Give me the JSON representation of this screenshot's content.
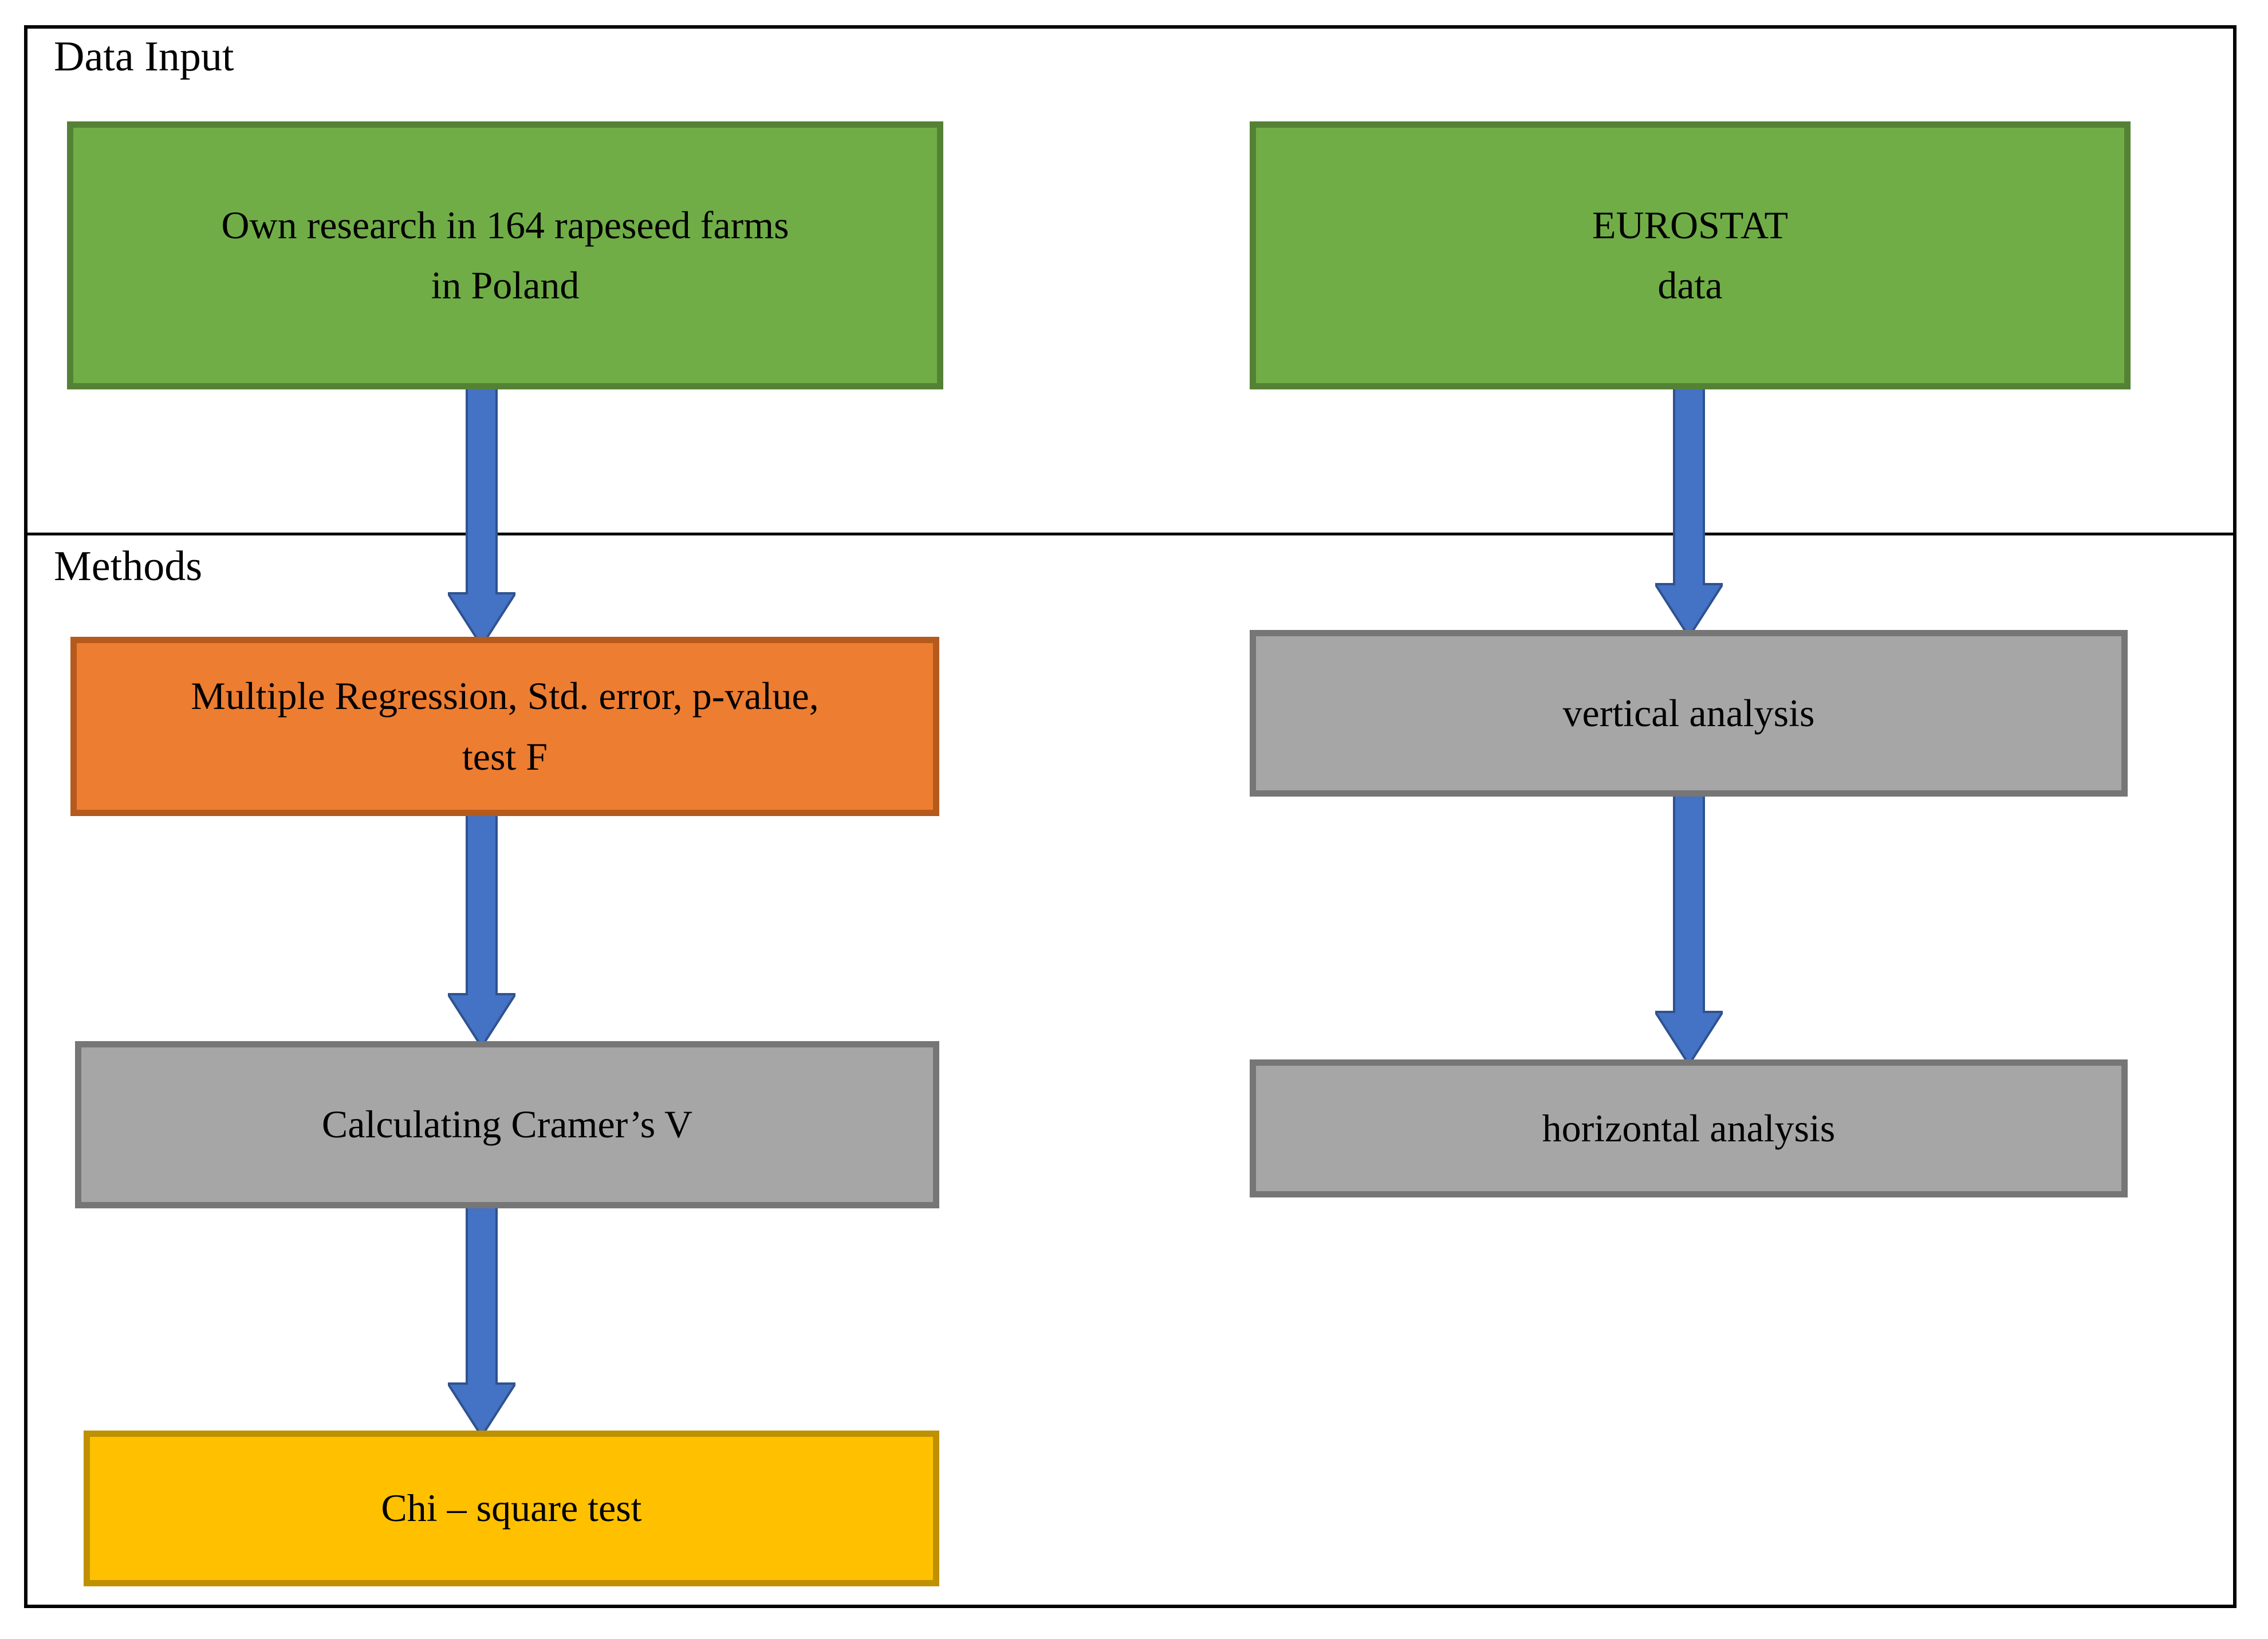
{
  "diagram": {
    "title_visible": false,
    "sections": [
      {
        "id": "data-input",
        "label": "Data Input"
      },
      {
        "id": "methods",
        "label": "Methods"
      }
    ],
    "nodes": [
      {
        "id": "own-research",
        "label": "Own research in 164 rapeseed farms\nin Poland",
        "line1": "Own research in 164 rapeseed farms",
        "line2": "in Poland",
        "color": "#70AD47",
        "border_color": "#548235",
        "section": "data-input",
        "column": "left"
      },
      {
        "id": "eurostat",
        "label": "EUROSTAT\ndata",
        "line1": "EUROSTAT",
        "line2": "data",
        "color": "#70AD47",
        "border_color": "#548235",
        "section": "data-input",
        "column": "right"
      },
      {
        "id": "regression",
        "label": "Multiple Regression, Std. error, p-value,\ntest F",
        "line1": "Multiple Regression, Std. error, p-value,",
        "line2": "test F",
        "color": "#ED7D31",
        "border_color": "#B45A1C",
        "section": "methods",
        "column": "left"
      },
      {
        "id": "vertical-analysis",
        "label": "vertical analysis",
        "line1": "vertical analysis",
        "line2": "",
        "color": "#A6A6A6",
        "border_color": "#767676",
        "section": "methods",
        "column": "right"
      },
      {
        "id": "cramers-v",
        "label": "Calculating Cramer’s V",
        "line1": "Calculating Cramer’s V",
        "line2": "",
        "color": "#A6A6A6",
        "border_color": "#767676",
        "section": "methods",
        "column": "left"
      },
      {
        "id": "horizontal-analysis",
        "label": "horizontal analysis",
        "line1": "horizontal analysis",
        "line2": "",
        "color": "#A6A6A6",
        "border_color": "#767676",
        "section": "methods",
        "column": "right"
      },
      {
        "id": "chi-square",
        "label": "Chi – square test",
        "line1": "Chi – square test",
        "line2": "",
        "color": "#FFC000",
        "border_color": "#BF9000",
        "section": "methods",
        "column": "left"
      }
    ],
    "edges": [
      {
        "id": "own-to-regression",
        "from": "own-research",
        "to": "regression",
        "style": "block-arrow-down",
        "color": "#4472C4"
      },
      {
        "id": "regression-to-cramers",
        "from": "regression",
        "to": "cramers-v",
        "style": "block-arrow-down",
        "color": "#4472C4"
      },
      {
        "id": "cramers-to-chi",
        "from": "cramers-v",
        "to": "chi-square",
        "style": "block-arrow-down",
        "color": "#4472C4"
      },
      {
        "id": "eurostat-to-vertical",
        "from": "eurostat",
        "to": "vertical-analysis",
        "style": "block-arrow-down",
        "color": "#4472C4"
      },
      {
        "id": "vertical-to-horizontal",
        "from": "vertical-analysis",
        "to": "horizontal-analysis",
        "style": "block-arrow-down",
        "color": "#4472C4"
      }
    ],
    "palette": {
      "arrow_fill": "#4472C4",
      "arrow_stroke": "#2F528F",
      "frame_stroke": "#000000",
      "background": "#FFFFFF",
      "text": "#000000"
    }
  }
}
